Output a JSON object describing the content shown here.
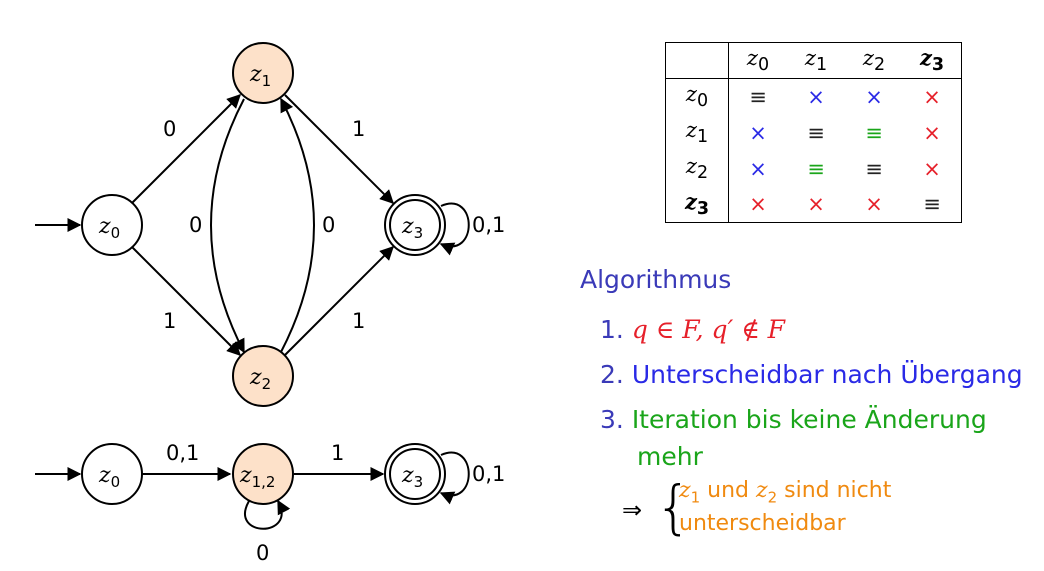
{
  "automaton_top": {
    "states": [
      {
        "id": "z0",
        "sub": "0",
        "highlight": false,
        "accepting": false,
        "start": true
      },
      {
        "id": "z1",
        "sub": "1",
        "highlight": true,
        "accepting": false,
        "start": false
      },
      {
        "id": "z2",
        "sub": "2",
        "highlight": true,
        "accepting": false,
        "start": false
      },
      {
        "id": "z3",
        "sub": "3",
        "highlight": false,
        "accepting": true,
        "start": false
      }
    ],
    "edge_labels": {
      "z0_z1": "0",
      "z0_z2": "1",
      "z1_z2": "0",
      "z2_z1": "0",
      "z1_z3": "1",
      "z2_z3": "1",
      "z3_loop": "0,1"
    }
  },
  "automaton_bottom": {
    "states": [
      {
        "id": "z0",
        "sub": "0"
      },
      {
        "id": "z12",
        "sub": "1,2"
      },
      {
        "id": "z3",
        "sub": "3"
      }
    ],
    "edge_labels": {
      "z0_z12": "0,1",
      "z12_z3": "1",
      "z12_loop": "0",
      "z3_loop": "0,1"
    }
  },
  "state_letter": "z",
  "table": {
    "columns": [
      "0",
      "1",
      "2",
      "3"
    ],
    "rows": [
      {
        "label": "0",
        "cells": [
          {
            "symbol": "≡",
            "color": "black"
          },
          {
            "symbol": "×",
            "color": "blue"
          },
          {
            "symbol": "×",
            "color": "blue"
          },
          {
            "symbol": "×",
            "color": "red"
          }
        ]
      },
      {
        "label": "1",
        "cells": [
          {
            "symbol": "×",
            "color": "blue"
          },
          {
            "symbol": "≡",
            "color": "black"
          },
          {
            "symbol": "≡",
            "color": "green"
          },
          {
            "symbol": "×",
            "color": "red"
          }
        ]
      },
      {
        "label": "2",
        "cells": [
          {
            "symbol": "×",
            "color": "blue"
          },
          {
            "symbol": "≡",
            "color": "green"
          },
          {
            "symbol": "≡",
            "color": "black"
          },
          {
            "symbol": "×",
            "color": "red"
          }
        ]
      },
      {
        "label": "3",
        "cells": [
          {
            "symbol": "×",
            "color": "red"
          },
          {
            "symbol": "×",
            "color": "red"
          },
          {
            "symbol": "×",
            "color": "red"
          },
          {
            "symbol": "≡",
            "color": "black"
          }
        ]
      }
    ]
  },
  "algorithm": {
    "title": "Algorithmus",
    "steps": [
      {
        "num": "1.",
        "text": "q ∈ F, q′ ∉ F"
      },
      {
        "num": "2.",
        "text": "Unterscheidbar nach Übergang"
      },
      {
        "num": "3.",
        "text": "Iteration bis keine Änderung",
        "text_cont": "mehr"
      }
    ],
    "conclusion": {
      "arrow": "⇒",
      "brace": "{",
      "line1_pre": "z",
      "line1_sub1": "1",
      "line1_mid": " und ",
      "line1_sub2": "2",
      "line1_post": " sind nicht",
      "line2": "unterscheidbar"
    }
  },
  "colors": {
    "highlight_fill": "#fde1c9",
    "blue": "#2a2ae6",
    "red": "#e6202a",
    "green": "#1aa51a",
    "orange": "#f08a10",
    "title_blue": "#3a3ab8"
  }
}
